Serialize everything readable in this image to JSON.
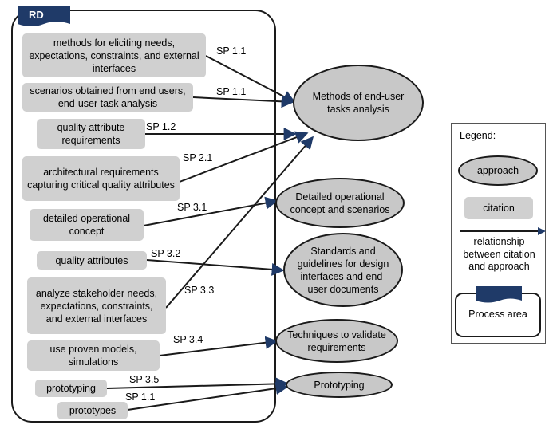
{
  "process_area": {
    "label": "RD"
  },
  "citations": [
    {
      "id": "c1",
      "text": "methods for eliciting needs, expectations, constraints, and external interfaces"
    },
    {
      "id": "c2",
      "text": "scenarios obtained from end users, end-user task analysis"
    },
    {
      "id": "c3",
      "text": "quality attribute requirements"
    },
    {
      "id": "c4",
      "text": "architectural requirements capturing critical quality attributes"
    },
    {
      "id": "c5",
      "text": "detailed operational concept"
    },
    {
      "id": "c6",
      "text": "quality attributes"
    },
    {
      "id": "c7",
      "text": "analyze stakeholder needs, expectations, constraints, and external interfaces"
    },
    {
      "id": "c8",
      "text": "use proven models, simulations"
    },
    {
      "id": "c9",
      "text": "prototyping"
    },
    {
      "id": "c10",
      "text": "prototypes"
    }
  ],
  "approaches": [
    {
      "id": "a1",
      "text": "Methods of end-user tasks analysis"
    },
    {
      "id": "a2",
      "text": "Detailed operational concept and scenarios"
    },
    {
      "id": "a3",
      "text": "Standards and guidelines for design interfaces and end-user documents"
    },
    {
      "id": "a4",
      "text": "Techniques to validate requirements"
    },
    {
      "id": "a5",
      "text": "Prototyping"
    }
  ],
  "relationships": [
    {
      "from": "c1",
      "to": "a1",
      "label": "SP 1.1"
    },
    {
      "from": "c2",
      "to": "a1",
      "label": "SP 1.1"
    },
    {
      "from": "c3",
      "to": "a1",
      "label": "SP 1.2"
    },
    {
      "from": "c4",
      "to": "a1",
      "label": "SP 2.1"
    },
    {
      "from": "c5",
      "to": "a2",
      "label": "SP 3.1"
    },
    {
      "from": "c6",
      "to": "a3",
      "label": "SP 3.2"
    },
    {
      "from": "c7",
      "to": "a1",
      "label": "SP 3.3"
    },
    {
      "from": "c8",
      "to": "a4",
      "label": "SP 3.4"
    },
    {
      "from": "c9",
      "to": "a5",
      "label": "SP 3.5"
    },
    {
      "from": "c10",
      "to": "a5",
      "label": "SP 1.1"
    }
  ],
  "legend": {
    "title": "Legend:",
    "approach": "approach",
    "citation": "citation",
    "relationship": "relationship between citation and approach",
    "process_area": "Process area"
  },
  "colors": {
    "node_fill": "#d0d0d0",
    "ellipse_fill": "#c8c8c8",
    "stroke": "#1a1a1a",
    "flag": "#1f3a68"
  }
}
